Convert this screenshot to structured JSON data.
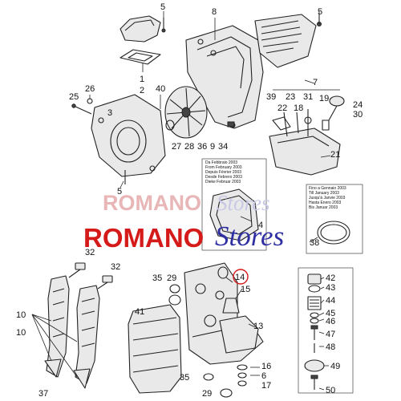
{
  "watermark": {
    "faded_brand": "ROMANO",
    "faded_suffix": "Stores",
    "brand": "ROMANO",
    "suffix": "Stores"
  },
  "callouts": {
    "c1": "1",
    "c2": "2",
    "c3": "3",
    "c4": "4",
    "c5a": "5",
    "c5b": "5",
    "c5c": "5",
    "c6": "6",
    "c7": "7",
    "c8": "8",
    "c9": "9",
    "c10a": "10",
    "c10b": "10",
    "c13": "13",
    "c14": "14",
    "c15": "15",
    "c16": "16",
    "c17": "17",
    "c18": "18",
    "c19": "19",
    "c21": "21",
    "c22": "22",
    "c23": "23",
    "c24": "24",
    "c25": "25",
    "c26": "26",
    "c27": "27",
    "c28": "28",
    "c29a": "29",
    "c29b": "29",
    "c30": "30",
    "c31": "31",
    "c32a": "32",
    "c32b": "32",
    "c34": "34",
    "c35a": "35",
    "c35b": "35",
    "c36": "36",
    "c37": "37",
    "c38": "38",
    "c39": "39",
    "c40": "40",
    "c41": "41",
    "c42": "42",
    "c43": "43",
    "c44": "44",
    "c45": "45",
    "c46": "46",
    "c47": "47",
    "c48": "48",
    "c49": "49",
    "c50": "50"
  },
  "date_notes": {
    "from": [
      "Da Febbraio 2003",
      "From February 2003",
      "Depuis Février 2003",
      "Desde Febrero 2003",
      "Dieke Februar 2003"
    ],
    "until": [
      "Fino a Gennaio 2003",
      "Till January 2003",
      "Jusqu'à Janvie 2003",
      "Hasta Enero 2003",
      "Bis Januar 2003"
    ]
  },
  "colors": {
    "highlight": "#d51a1a",
    "brand_red": "#d51a1a",
    "brand_blue": "#2f2fa3"
  }
}
